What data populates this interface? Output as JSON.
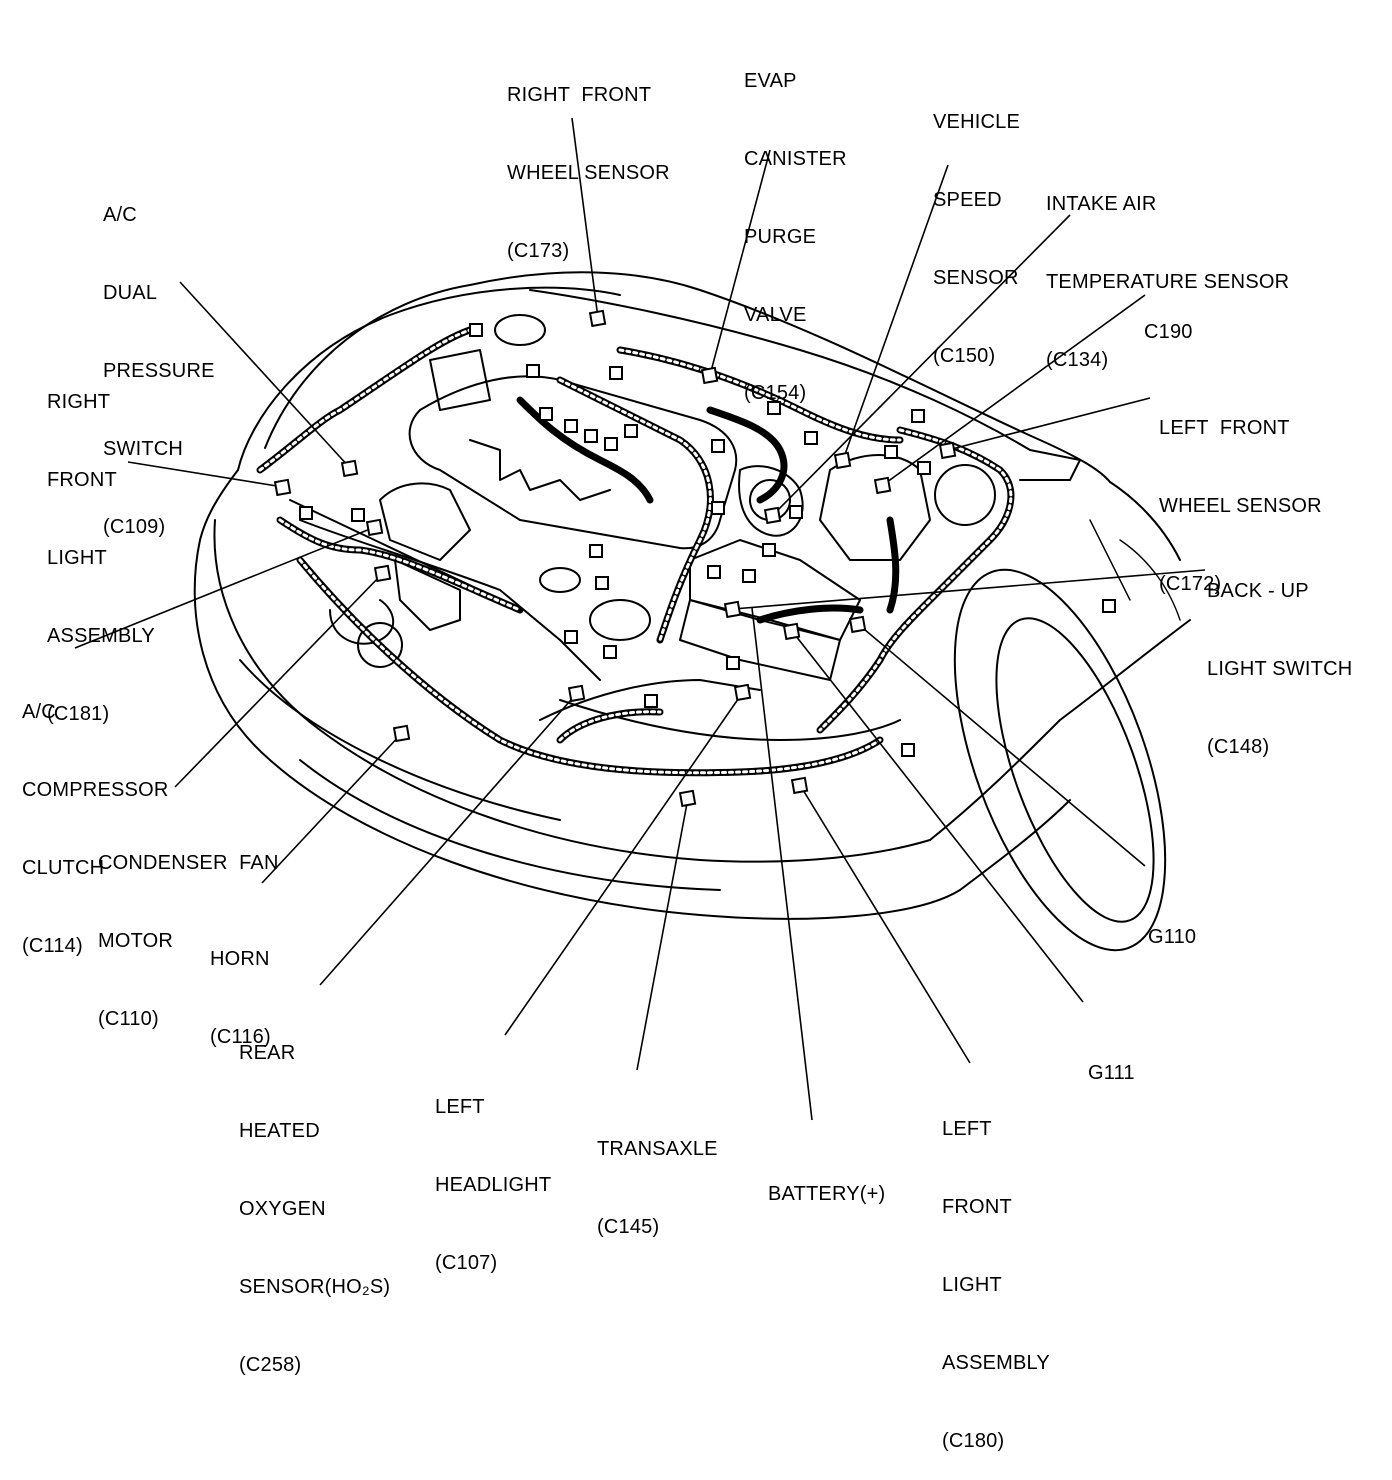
{
  "labels": [
    {
      "id": "right-front-wheel-sensor",
      "lines": [
        "RIGHT  FRONT",
        "WHEEL SENSOR",
        "(C173)"
      ]
    },
    {
      "id": "evap-canister-purge-valve",
      "lines": [
        "EVAP",
        "CANISTER",
        "PURGE",
        "VALVE",
        "(C154)"
      ]
    },
    {
      "id": "vehicle-speed-sensor",
      "lines": [
        "VEHICLE",
        "SPEED",
        "SENSOR",
        "(C150)"
      ]
    },
    {
      "id": "intake-air-temperature-sensor",
      "lines": [
        "INTAKE AIR",
        "TEMPERATURE SENSOR",
        "(C134)"
      ]
    },
    {
      "id": "c190",
      "lines": [
        "C190"
      ]
    },
    {
      "id": "ac-dual-pressure-switch",
      "lines": [
        "A/C",
        "DUAL",
        "PRESSURE",
        "SWITCH",
        "(C109)"
      ]
    },
    {
      "id": "right-front-light-assembly",
      "lines": [
        "RIGHT",
        "FRONT",
        "LIGHT",
        "ASSEMBLY",
        "(C181)"
      ]
    },
    {
      "id": "left-front-wheel-sensor",
      "lines": [
        "LEFT  FRONT",
        "WHEEL SENSOR",
        "(C172)"
      ]
    },
    {
      "id": "back-up-light-switch",
      "lines": [
        "BACK - UP",
        "LIGHT SWITCH",
        "(C148)"
      ]
    },
    {
      "id": "ac-compressor-clutch",
      "lines": [
        "A/C",
        "COMPRESSOR",
        "CLUTCH",
        "(C114)"
      ]
    },
    {
      "id": "condenser-fan-motor",
      "lines": [
        "CONDENSER  FAN",
        "MOTOR",
        "(C110)"
      ]
    },
    {
      "id": "horn",
      "lines": [
        "HORN",
        "(C116)"
      ]
    },
    {
      "id": "g110",
      "lines": [
        "G110"
      ]
    },
    {
      "id": "rear-heated-oxygen-sensor",
      "lines": [
        "REAR",
        "HEATED",
        "OXYGEN",
        "SENSOR(HO₂S)",
        "(C258)"
      ]
    },
    {
      "id": "left-headlight",
      "lines": [
        "LEFT",
        "HEADLIGHT",
        "(C107)"
      ]
    },
    {
      "id": "transaxle",
      "lines": [
        "TRANSAXLE",
        "(C145)"
      ]
    },
    {
      "id": "battery-positive",
      "lines": [
        "BATTERY(+)"
      ]
    },
    {
      "id": "g111",
      "lines": [
        "G111"
      ]
    },
    {
      "id": "left-front-light-assembly",
      "lines": [
        "LEFT",
        "FRONT",
        "LIGHT",
        "ASSEMBLY",
        "(C180)"
      ]
    }
  ]
}
